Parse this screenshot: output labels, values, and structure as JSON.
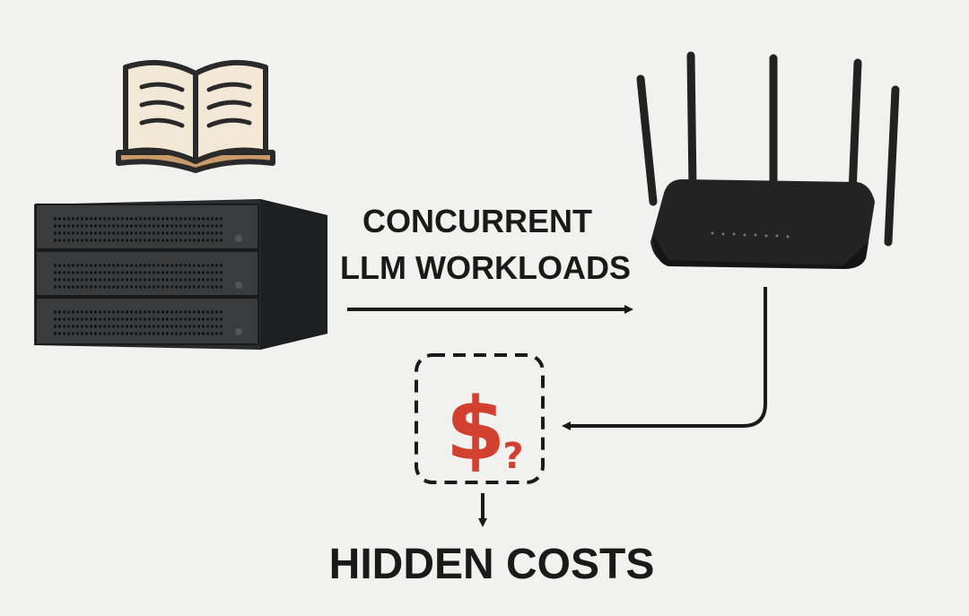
{
  "labels": {
    "workloads_line1": "CONCURRENT",
    "workloads_line2": "LLM WORKLOADS",
    "hidden_costs": "HIDDEN COSTS"
  },
  "icons": {
    "book": "open-book-icon",
    "server": "server-rack-icon",
    "router": "wifi-router-icon",
    "cost": "dollar-question-icon"
  },
  "colors": {
    "background": "#f1f1f0",
    "cost_red": "#d2402f",
    "ink": "#1a1a1a",
    "book_page": "#f3e8d6",
    "book_cover": "#c99b6a"
  }
}
